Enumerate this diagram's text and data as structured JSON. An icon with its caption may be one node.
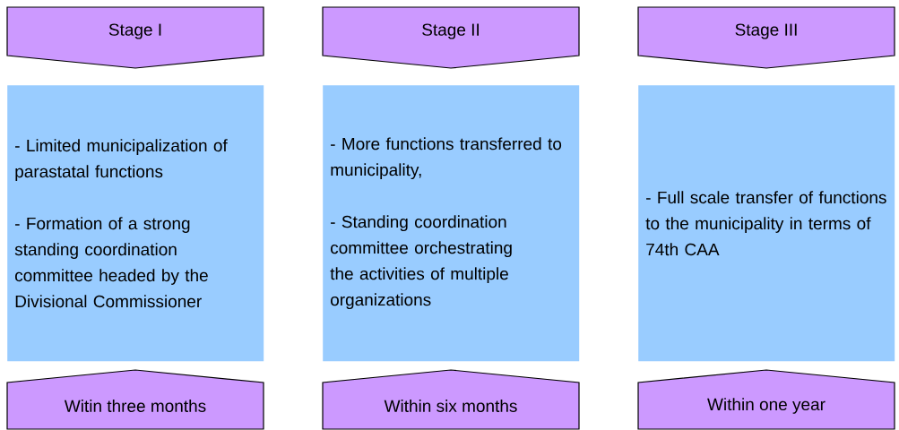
{
  "diagram": {
    "nodes": [
      {
        "text": [
          "Stage I"
        ]
      },
      {
        "text": [
          "Stage II"
        ]
      },
      {
        "text": [
          "Stage III"
        ]
      },
      {
        "text": [
          "- Limited municipalization of parastatal functions",
          "- Formation of a strong standing coordination committee headed by the Divisional Commissioner"
        ]
      },
      {
        "text": [
          "- More functions transferred to municipality,",
          "- Standing coordination committee orchestrating the activities of multiple organizations"
        ]
      },
      {
        "text": [
          "- Full scale transfer of functions to the municipality in terms of 74th CAA"
        ]
      },
      {
        "text": [
          "Witin three months"
        ]
      },
      {
        "text": [
          "Within six months"
        ]
      },
      {
        "text": [
          "Within one year"
        ]
      }
    ],
    "edges": []
  }
}
